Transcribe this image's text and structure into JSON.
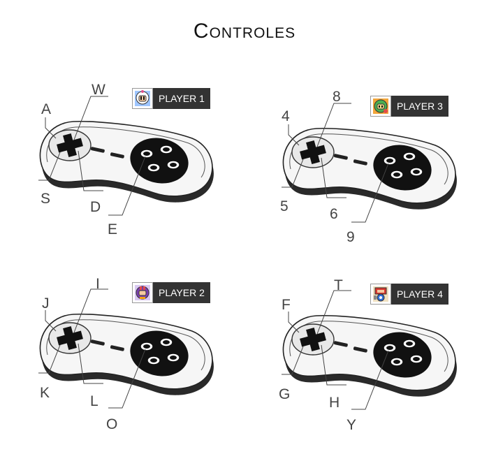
{
  "title": "Controles",
  "players": [
    {
      "label": "PLAYER 1",
      "avatar_icon": "white-bomberman-icon",
      "keys": {
        "up": "W",
        "left": "A",
        "down": "S",
        "right": "D",
        "action": "E"
      }
    },
    {
      "label": "PLAYER 2",
      "avatar_icon": "purple-bomberman-icon",
      "keys": {
        "up": "I",
        "left": "J",
        "down": "K",
        "right": "L",
        "action": "O"
      }
    },
    {
      "label": "PLAYER 3",
      "avatar_icon": "green-bomberman-icon",
      "keys": {
        "up": "8",
        "left": "4",
        "down": "5",
        "right": "6",
        "action": "9"
      }
    },
    {
      "label": "PLAYER 4",
      "avatar_icon": "red-robot-bomberman-icon",
      "keys": {
        "up": "T",
        "left": "F",
        "down": "G",
        "right": "H",
        "action": "Y"
      }
    }
  ]
}
